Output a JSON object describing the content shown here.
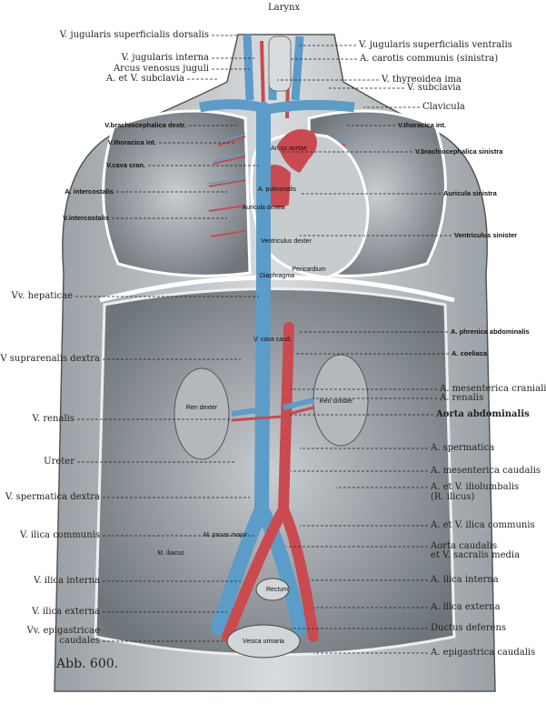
{
  "figure": {
    "caption": "Abb. 600.",
    "colors": {
      "vein": "#5b9cc9",
      "artery": "#c94b4f",
      "tissue": "#b9bfc4",
      "outline": "#6b6f73"
    },
    "top_label": "Larynx",
    "left_labels": [
      "V. jugularis superficialis dorsalis",
      "V. jugularis interna",
      "Arcus venosus juguli",
      "A. et V. subclavia",
      "V.brachiocephalica dextr.",
      "V.thoracica int.",
      "V.cava cran.",
      "A. intercostalis",
      "V.intercostalis",
      "Vv. hepaticae",
      "V suprarenalis dextra",
      "V. renalis",
      "Ureter",
      "V. spermatica dextra",
      "V. ilica communis",
      "V. ilica interna",
      "V. ilica externa",
      "Vv. epigastricae",
      "caudales"
    ],
    "right_labels": [
      "V. jugularis superficialis ventralis",
      "A. carotis communis (sinistra)",
      "V. thyreoidea ima",
      "V. subclavia",
      "Clavicula",
      "V.thoracica int.",
      "V.brachiocephalica sinistra",
      "Auricula sinistra",
      "Ventriculus sinister",
      "A. phrenica abdominalis",
      "A. coeliaca",
      "A. mesenterica cranialis",
      "A. renalis",
      "Aorta abdominalis",
      "A. spermatica",
      "A. mesenterica caudalis",
      "A. et V. iliolumbalis",
      "(R. ilicus)",
      "A. et V. ilica communis",
      "Aorta caudalis",
      "et V. sacralis media",
      "A. ilica interna",
      "A. ilica externa",
      "Ductus deferens",
      "A. epigastrica caudalis"
    ],
    "inner_labels": [
      "Arcus aortae",
      "A. pulmonalis",
      "Auricula dextra",
      "Ventriculus dexter",
      "Pericardium",
      "Diaphragma",
      "V. cava caud.",
      "Ren dexter",
      "Ren sinister",
      "M. psoas major",
      "M. iliacus",
      "Rectum",
      "Vesica urinaria"
    ]
  }
}
